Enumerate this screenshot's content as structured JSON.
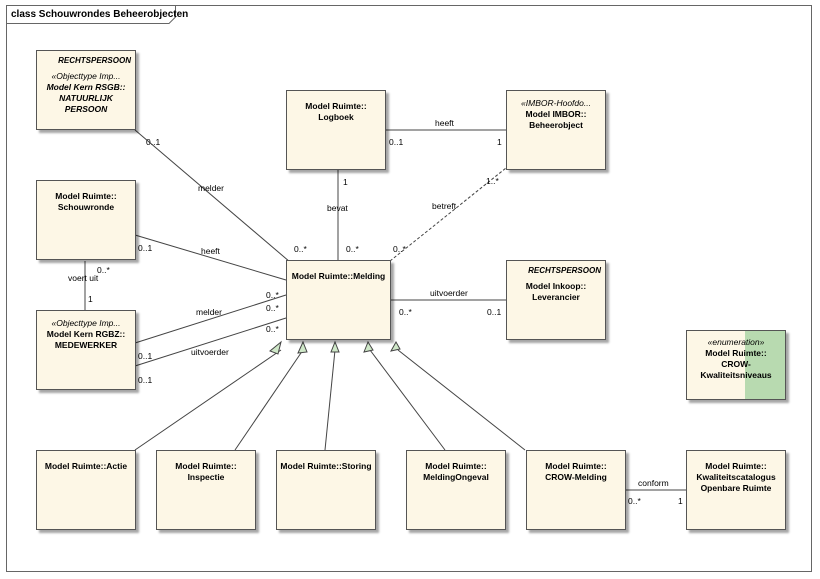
{
  "diagram": {
    "title": "class Schouwrondes Beheerobjecten",
    "classes": {
      "natuurlijk_persoon": {
        "tag": "RECHTSPERSOON",
        "stereotype": "«Objecttype Imp...",
        "name_line1": "Model Kern RSGB::",
        "name_line2": "NATUURLIJK",
        "name_line3": "PERSOON"
      },
      "logboek": {
        "name_line1": "Model Ruimte::",
        "name_line2": "Logboek"
      },
      "beheerobject": {
        "stereotype": "«IMBOR-Hoofdo...",
        "name_line1": "Model IMBOR::",
        "name_line2": "Beheerobject"
      },
      "schouwronde": {
        "name_line1": "Model Ruimte::",
        "name_line2": "Schouwronde"
      },
      "melding": {
        "name_line1": "Model Ruimte::Melding"
      },
      "leverancier": {
        "tag": "RECHTSPERSOON",
        "name_line1": "Model Inkoop::",
        "name_line2": "Leverancier"
      },
      "medewerker": {
        "stereotype": "«Objecttype Imp...",
        "name_line1": "Model Kern RGBZ::",
        "name_line2": "MEDEWERKER"
      },
      "kwaliteitsniveaus": {
        "stereotype": "«enumeration»",
        "name_line1": "Model Ruimte::",
        "name_line2": "CROW-",
        "name_line3": "Kwaliteitsniveaus"
      },
      "actie": {
        "name_line1": "Model Ruimte::Actie"
      },
      "inspectie": {
        "name_line1": "Model Ruimte::",
        "name_line2": "Inspectie"
      },
      "storing": {
        "name_line1": "Model Ruimte::Storing"
      },
      "meldingongeval": {
        "name_line1": "Model Ruimte::",
        "name_line2": "MeldingOngeval"
      },
      "crow_melding": {
        "name_line1": "Model Ruimte::",
        "name_line2": "CROW-Melding"
      },
      "kwaliteitscatalogus": {
        "name_line1": "Model Ruimte::",
        "name_line2": "Kwaliteitscatalogus",
        "name_line3": "Openbare Ruimte"
      }
    },
    "labels": {
      "melder_np": "melder",
      "m_01_np": "0..1",
      "m_many_np": "0..*",
      "heeft_logboek": "heeft",
      "m_01_logboek": "0..1",
      "m_1_logboek": "1",
      "bevat": "bevat",
      "m_1_bevat": "1",
      "m_many_bevat": "0..*",
      "betreft": "betreft",
      "m_1many_betreft": "1..*",
      "m_many_betreft": "0..*",
      "heeft_schouw": "heeft",
      "m_01_schouw": "0..1",
      "voert_uit": "voert uit",
      "m_many_voert": "0..*",
      "m_1_voert": "1",
      "uitvoerder_lev": "uitvoerder",
      "m_many_lev": "0..*",
      "m_01_lev": "0..1",
      "melder_mw": "melder",
      "m_many_mw1": "0..*",
      "m_many_mw2": "0..*",
      "m_many_mw3": "0..*",
      "m_01_mw1": "0..1",
      "uitvoerder_mw": "uitvoerder",
      "m_01_mw2": "0..1",
      "conform": "conform",
      "m_many_conform": "0..*",
      "m_1_conform": "1"
    }
  }
}
